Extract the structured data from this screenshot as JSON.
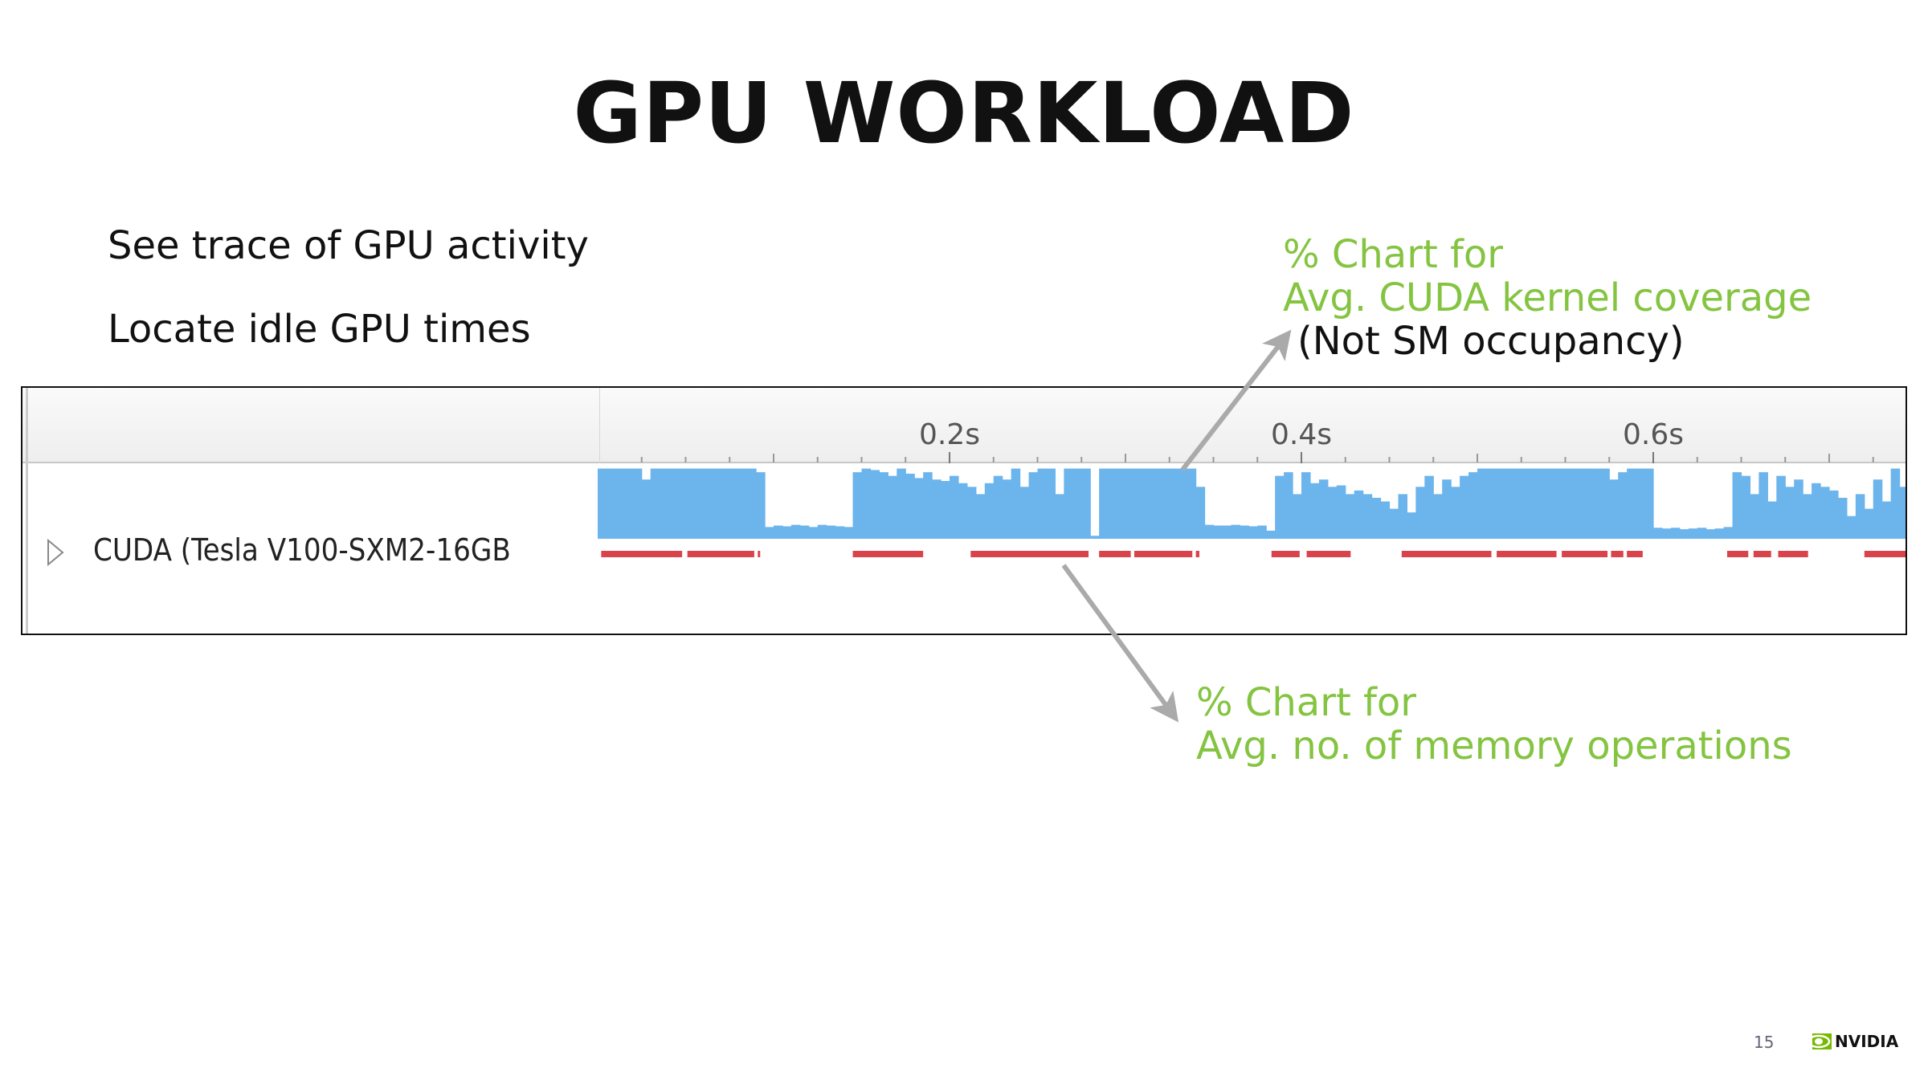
{
  "title": "GPU WORKLOAD",
  "bullets": [
    "See trace of GPU activity",
    "Locate idle GPU times"
  ],
  "annotation_kernel": {
    "line1": "% Chart for",
    "line2": "Avg. CUDA kernel coverage",
    "line3": "(Not SM occupancy)"
  },
  "annotation_memory": {
    "line1": "% Chart for",
    "line2": "Avg. no. of memory operations"
  },
  "timeline": {
    "row_label": "CUDA (Tesla V100-SXM2-16GB",
    "ticks": [
      {
        "t": 0.2,
        "label": "0.2s"
      },
      {
        "t": 0.4,
        "label": "0.4s"
      },
      {
        "t": 0.6,
        "label": "0.6s"
      }
    ],
    "visible_range_s": [
      0,
      0.745
    ],
    "bin_s": 0.005,
    "kernel_coverage": [
      0.95,
      0.95,
      0.95,
      0.95,
      0.95,
      0.8,
      0.95,
      0.95,
      0.95,
      0.95,
      0.95,
      0.95,
      0.95,
      0.95,
      0.95,
      0.95,
      0.95,
      0.95,
      0.9,
      0.15,
      0.17,
      0.16,
      0.18,
      0.17,
      0.15,
      0.18,
      0.17,
      0.16,
      0.15,
      0.9,
      0.95,
      0.93,
      0.9,
      0.85,
      0.95,
      0.88,
      0.82,
      0.9,
      0.8,
      0.78,
      0.85,
      0.75,
      0.7,
      0.6,
      0.75,
      0.85,
      0.8,
      0.95,
      0.7,
      0.9,
      0.95,
      0.95,
      0.6,
      0.95,
      0.95,
      0.95,
      0.03,
      0.95,
      0.95,
      0.95,
      0.95,
      0.95,
      0.95,
      0.95,
      0.95,
      0.95,
      0.95,
      0.95,
      0.7,
      0.18,
      0.17,
      0.17,
      0.18,
      0.17,
      0.16,
      0.17,
      0.1,
      0.85,
      0.9,
      0.6,
      0.9,
      0.75,
      0.8,
      0.7,
      0.72,
      0.6,
      0.65,
      0.6,
      0.55,
      0.5,
      0.4,
      0.6,
      0.35,
      0.7,
      0.85,
      0.6,
      0.8,
      0.7,
      0.85,
      0.9,
      0.95,
      0.95,
      0.95,
      0.95,
      0.95,
      0.95,
      0.95,
      0.95,
      0.95,
      0.95,
      0.95,
      0.95,
      0.95,
      0.95,
      0.95,
      0.8,
      0.9,
      0.95,
      0.95,
      0.95,
      0.14,
      0.13,
      0.14,
      0.12,
      0.13,
      0.14,
      0.12,
      0.13,
      0.15,
      0.9,
      0.85,
      0.6,
      0.9,
      0.5,
      0.85,
      0.7,
      0.8,
      0.6,
      0.75,
      0.7,
      0.65,
      0.55,
      0.3,
      0.6,
      0.4,
      0.8,
      0.5,
      0.95,
      0.7
    ],
    "memory_ops": [
      [
        0.002,
        0.048
      ],
      [
        0.051,
        0.089
      ],
      [
        0.091,
        0.092
      ],
      [
        0.145,
        0.185
      ],
      [
        0.212,
        0.279
      ],
      [
        0.285,
        0.303
      ],
      [
        0.305,
        0.338
      ],
      [
        0.34,
        0.342
      ],
      [
        0.383,
        0.399
      ],
      [
        0.403,
        0.428
      ],
      [
        0.457,
        0.508
      ],
      [
        0.511,
        0.545
      ],
      [
        0.548,
        0.574
      ],
      [
        0.576,
        0.583
      ],
      [
        0.585,
        0.594
      ],
      [
        0.642,
        0.654
      ],
      [
        0.657,
        0.667
      ],
      [
        0.671,
        0.688
      ],
      [
        0.72,
        0.746
      ]
    ],
    "colors": {
      "coverage": "#6cb4ec",
      "memory": "#d9434b"
    }
  },
  "footer": {
    "page_number": "15",
    "logo_text": "NVIDIA",
    "logo_color": "#76b900"
  }
}
